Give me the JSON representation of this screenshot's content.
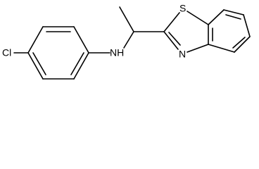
{
  "molecule": {
    "atom_labels": {
      "chlorine": "Cl",
      "amine": "NH",
      "thiazole_sulfur": "S",
      "thiazole_nitrogen": "N"
    },
    "colors": {
      "bond": "#000000",
      "label": "#000000",
      "background": "#ffffff"
    }
  }
}
